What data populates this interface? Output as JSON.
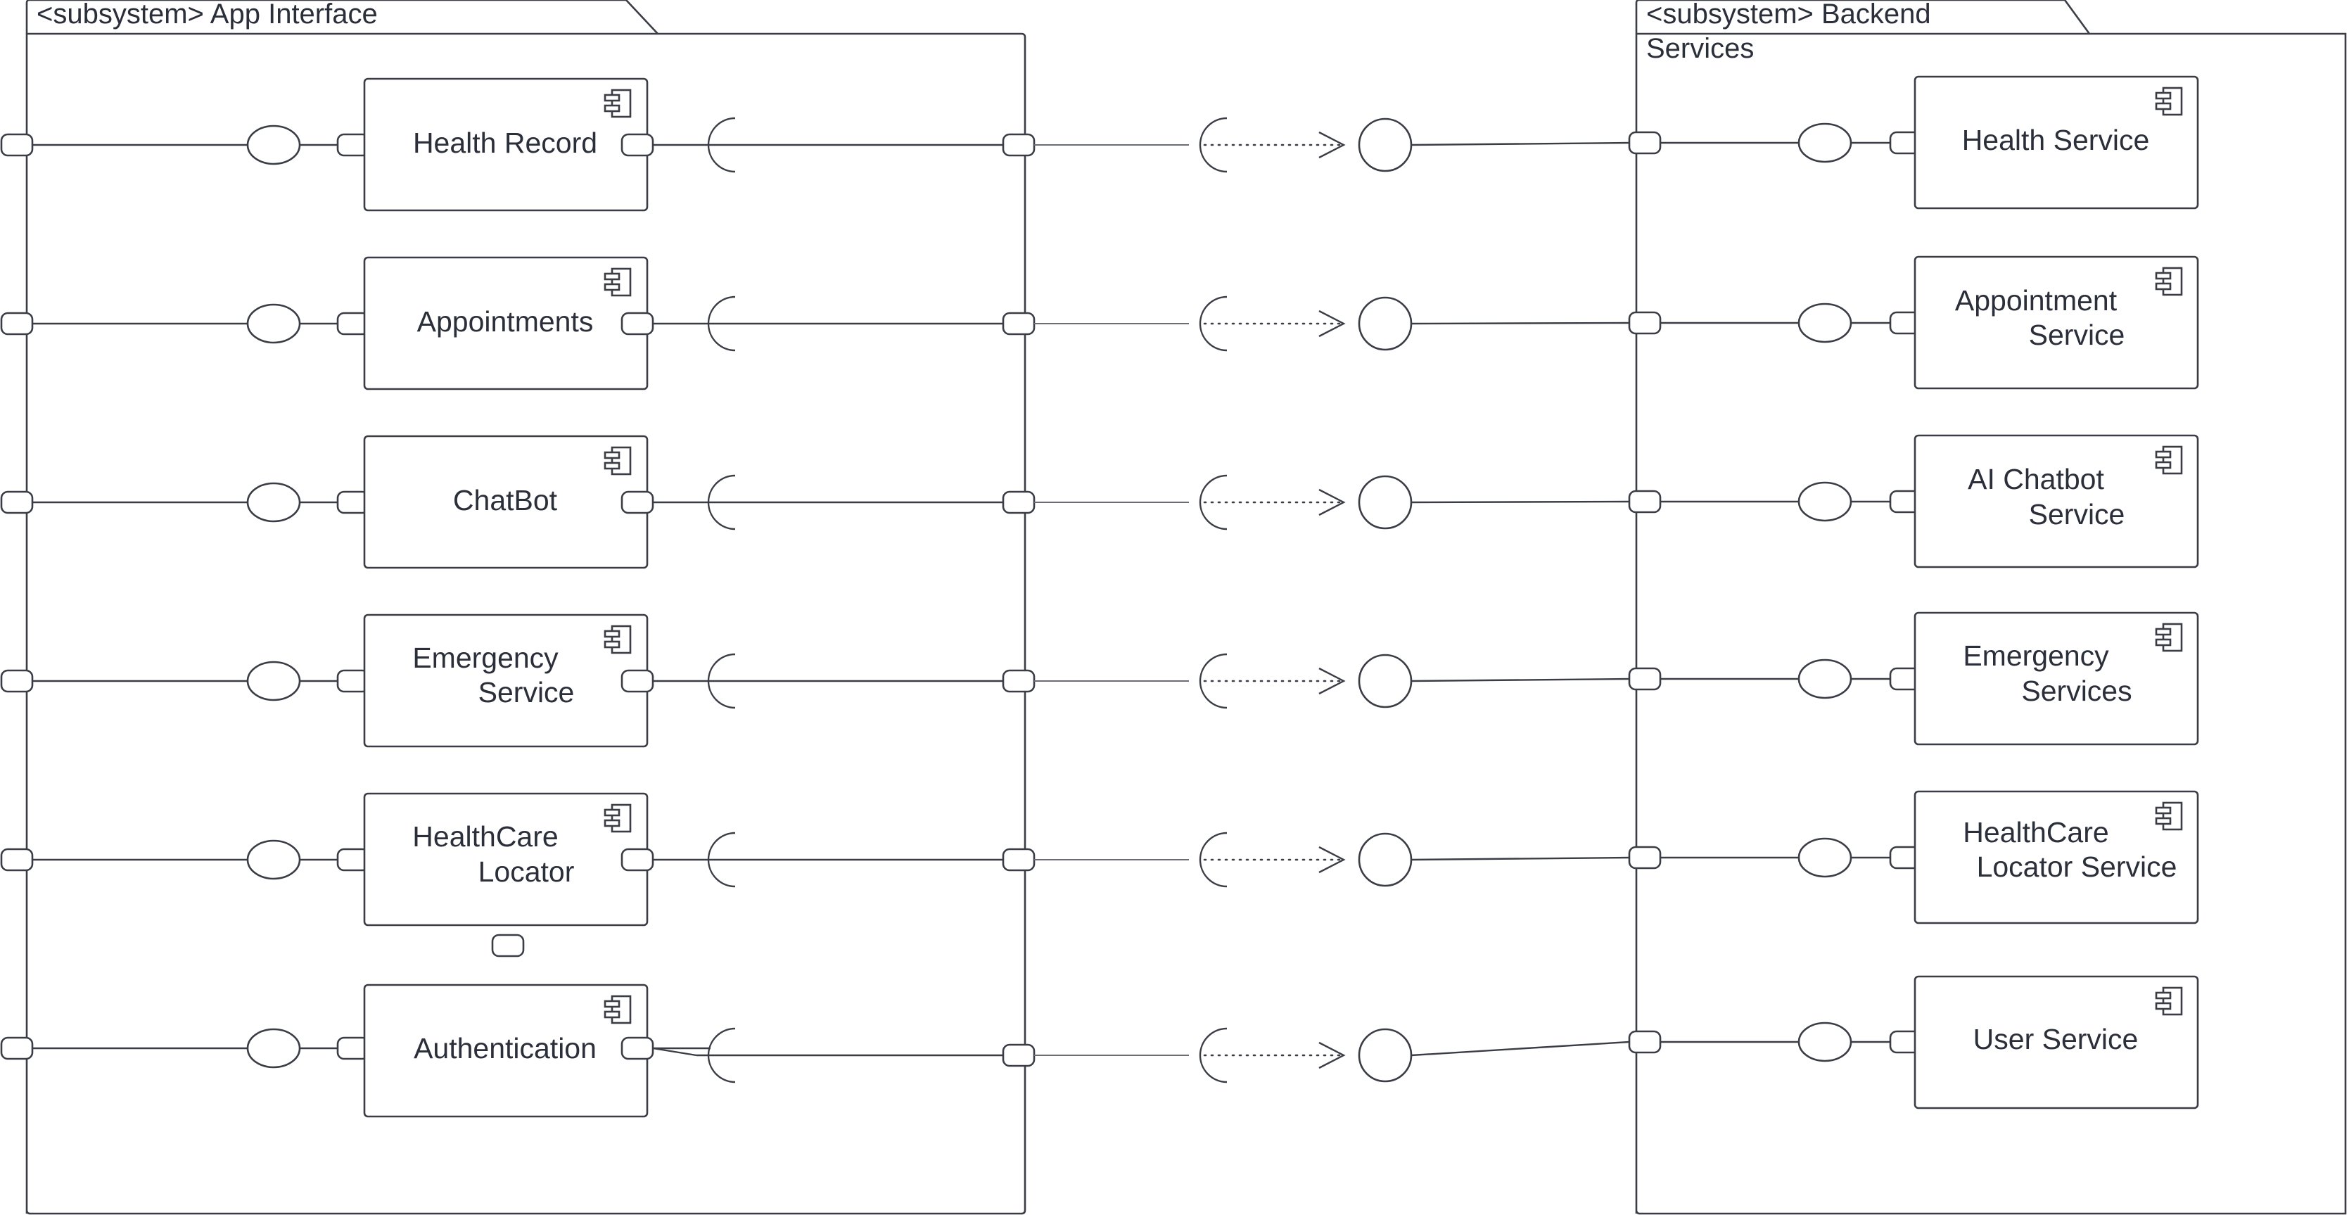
{
  "subsystems": {
    "app": {
      "title": "<subsystem> App Interface"
    },
    "backend": {
      "title_line1": "<subsystem> Backend",
      "title_line2": "Services"
    }
  },
  "app_components": [
    {
      "lines": [
        "Health Record"
      ]
    },
    {
      "lines": [
        "Appointments"
      ]
    },
    {
      "lines": [
        "ChatBot"
      ]
    },
    {
      "lines": [
        "Emergency",
        "Service"
      ]
    },
    {
      "lines": [
        "HealthCare",
        "Locator"
      ]
    },
    {
      "lines": [
        "Authentication"
      ]
    }
  ],
  "backend_components": [
    {
      "lines": [
        "Health Service"
      ]
    },
    {
      "lines": [
        "Appointment",
        "Service"
      ]
    },
    {
      "lines": [
        "AI Chatbot",
        "Service"
      ]
    },
    {
      "lines": [
        "Emergency",
        "Services"
      ]
    },
    {
      "lines": [
        "HealthCare",
        "Locator Service"
      ]
    },
    {
      "lines": [
        "User Service"
      ]
    }
  ],
  "icons": {
    "component": "uml-component-icon"
  },
  "colors": {
    "stroke": "#3a3d45",
    "text": "#2b2f3a",
    "background": "#ffffff"
  }
}
